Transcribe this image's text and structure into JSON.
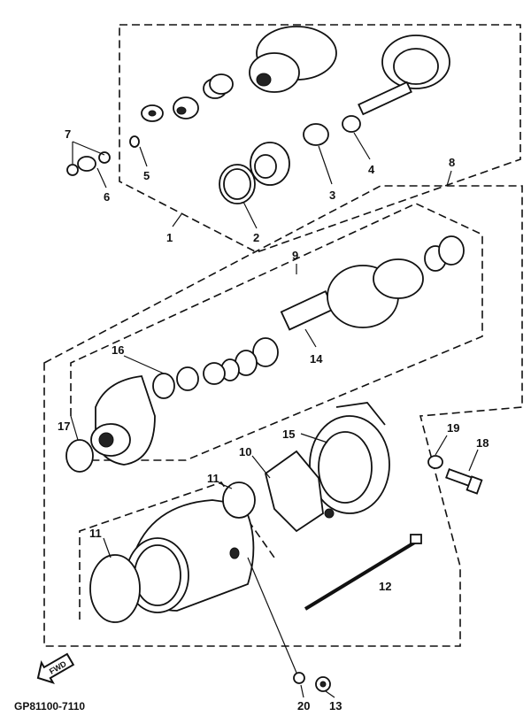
{
  "diagram": {
    "title_code": "GP81100-7110",
    "direction_marker": "FWD",
    "callouts": [
      "1",
      "2",
      "3",
      "4",
      "5",
      "6",
      "7",
      "8",
      "9",
      "10",
      "11",
      "11",
      "12",
      "13",
      "14",
      "15",
      "16",
      "17",
      "18",
      "19",
      "20"
    ]
  }
}
